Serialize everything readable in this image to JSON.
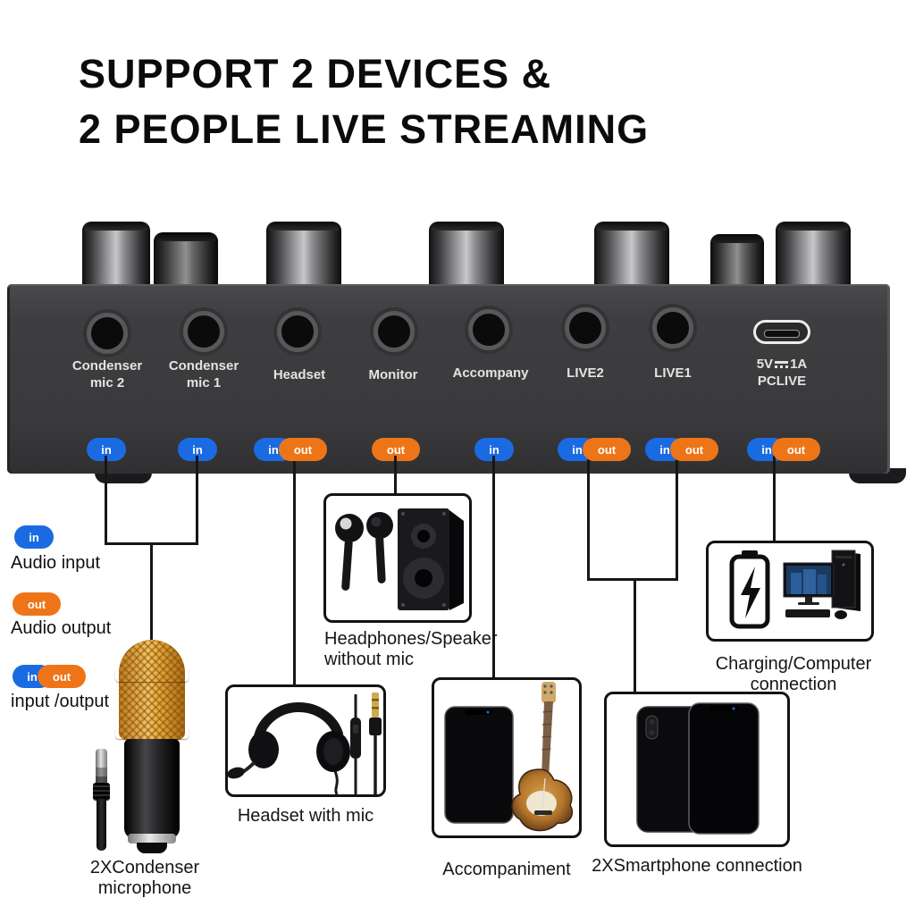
{
  "title": {
    "line1": "SUPPORT 2 DEVICES &",
    "line2": "2 PEOPLE LIVE STREAMING"
  },
  "badge_text": {
    "in": "in",
    "out": "out"
  },
  "device": {
    "ports": [
      {
        "id": "condenser-mic-2",
        "line1": "Condenser",
        "line2": "mic 2",
        "badges": [
          "in"
        ]
      },
      {
        "id": "condenser-mic-1",
        "line1": "Condenser",
        "line2": "mic 1",
        "badges": [
          "in"
        ]
      },
      {
        "id": "headset",
        "line1": "Headset",
        "badges": [
          "in",
          "out"
        ]
      },
      {
        "id": "monitor",
        "line1": "Monitor",
        "badges": [
          "out"
        ]
      },
      {
        "id": "accompany",
        "line1": "Accompany",
        "badges": [
          "in"
        ]
      },
      {
        "id": "live2",
        "line1": "LIVE2",
        "badges": [
          "in",
          "out"
        ]
      },
      {
        "id": "live1",
        "line1": "LIVE1",
        "badges": [
          "in",
          "out"
        ]
      },
      {
        "id": "pclive",
        "power_volts": "5V",
        "power_amps": "1A",
        "line2": "PCLIVE",
        "badges": [
          "in",
          "out"
        ],
        "port_type": "usb-c"
      }
    ]
  },
  "legend": [
    {
      "badges": [
        "in"
      ],
      "label": "Audio input"
    },
    {
      "badges": [
        "out"
      ],
      "label": "Audio output"
    },
    {
      "badges": [
        "in",
        "out"
      ],
      "label": "input /output"
    }
  ],
  "callouts": {
    "condenser_mic": {
      "label": "2XCondenser microphone"
    },
    "headphones_speaker": {
      "label_line1": "Headphones/Speaker",
      "label_line2": "without mic"
    },
    "headset_mic": {
      "label": "Headset with mic"
    },
    "accompaniment": {
      "label": "Accompaniment"
    },
    "smartphone": {
      "label": "2XSmartphone connection"
    },
    "charging_computer": {
      "label": "Charging/Computer connection"
    }
  },
  "colors": {
    "badge_in": "#1a6be2",
    "badge_out": "#ee7517",
    "device_body": "#3e3e40",
    "connector_line": "#161616",
    "mic_gold": "#e8a93c"
  }
}
